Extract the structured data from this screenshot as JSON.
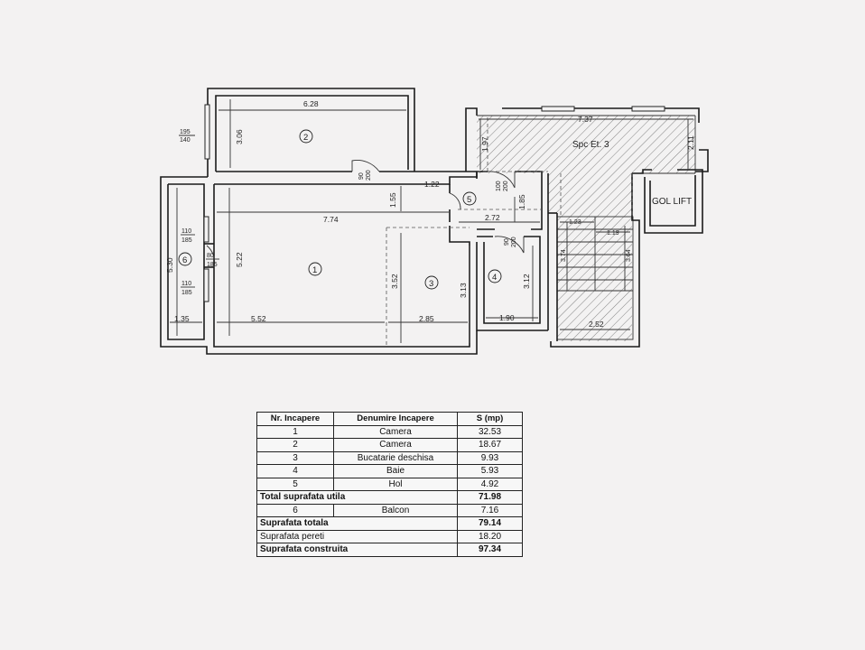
{
  "plan": {
    "dims": {
      "top_width": "6.28",
      "room2_height": "3.06",
      "window_left": {
        "a": "195",
        "b": "140"
      },
      "door_90_200": {
        "a": "90",
        "b": "200"
      },
      "door_100_200": {
        "a": "100",
        "b": "200"
      },
      "hall_w": "1.22",
      "w774": "7.74",
      "h155": "1.55",
      "w272": "2.72",
      "h185": "1.85",
      "h530": "5.30",
      "h522": "5.22",
      "h352": "3.52",
      "h313": "3.13",
      "h312": "3.12",
      "w552": "5.52",
      "w285": "2.85",
      "w190": "1.90",
      "w135": "1.35",
      "w737": "7.37",
      "h197": "1.97",
      "h211": "2.11",
      "w123": "1.23",
      "w119": "1.19",
      "h374": "3.74",
      "h364": "3.64",
      "w252": "2.52",
      "balcony_win1": {
        "a": "110",
        "b": "185"
      },
      "balcony_door": {
        "a": "80",
        "b": "185"
      },
      "balcony_win2": {
        "a": "110",
        "b": "185"
      }
    },
    "rooms": {
      "r1": "1",
      "r2": "2",
      "r3": "3",
      "r4": "4",
      "r5": "5",
      "r6": "6"
    },
    "labels": {
      "common": "Spc Et. 3",
      "lift": "GOL LIFT"
    }
  },
  "table": {
    "headers": [
      "Nr. Incapere",
      "Denumire Incapere",
      "S (mp)"
    ],
    "rows": [
      {
        "nr": "1",
        "name": "Camera",
        "area": "32.53"
      },
      {
        "nr": "2",
        "name": "Camera",
        "area": "18.67"
      },
      {
        "nr": "3",
        "name": "Bucatarie deschisa",
        "area": "9.93"
      },
      {
        "nr": "4",
        "name": "Baie",
        "area": "5.93"
      },
      {
        "nr": "5",
        "name": "Hol",
        "area": "4.92"
      }
    ],
    "total_util": {
      "label": "Total suprafata utila",
      "area": "71.98"
    },
    "balcony": {
      "nr": "6",
      "name": "Balcon",
      "area": "7.16"
    },
    "total": {
      "label": "Suprafata totala",
      "area": "79.14"
    },
    "walls": {
      "label": "Suprafata pereti",
      "area": "18.20"
    },
    "built": {
      "label": "Suprafata construita",
      "area": "97.34"
    }
  }
}
